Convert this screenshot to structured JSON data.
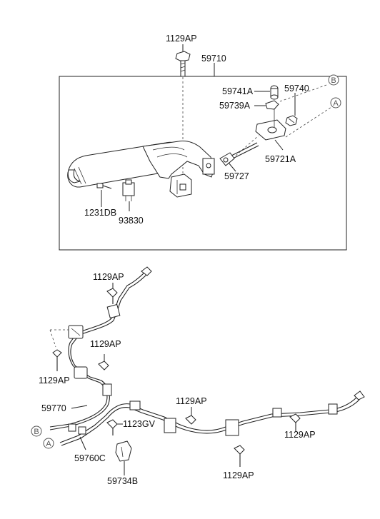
{
  "labels": {
    "bolt_top": "1129AP",
    "assembly": "59710",
    "pin": "59741A",
    "clip": "59739A",
    "nut": "59740",
    "bracket": "59721A",
    "rod": "59727",
    "bolt_switch": "1231DB",
    "switch": "93830",
    "bolt_upper_cable": "1129AP",
    "bolt_clip_mid": "1129AP",
    "bolt_left": "1129AP",
    "cable_right_rear": "59770",
    "bolt_center": "1129AP",
    "bolt_bracket": "1123GV",
    "bolt_right": "1129AP",
    "cable_left_rear": "59760C",
    "bolt_bottom": "1129AP",
    "bracket_bottom": "59734B"
  },
  "callouts": {
    "a": "A",
    "b": "B"
  }
}
